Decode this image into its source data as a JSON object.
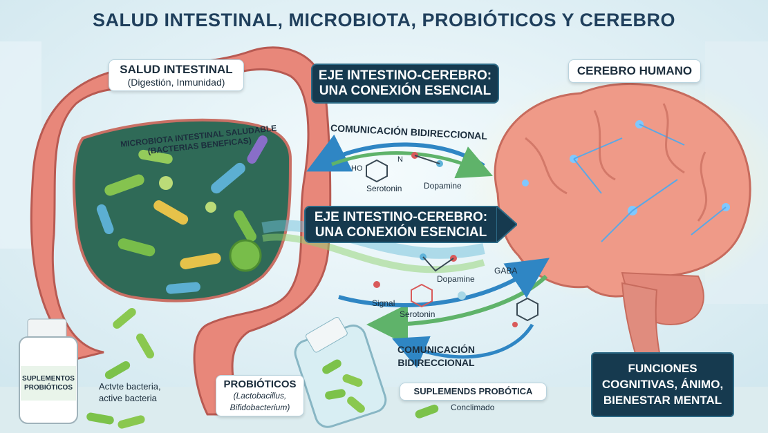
{
  "title": "SALUD INTESTINAL, MICROBIOTA, PROBIÓTICOS Y CEREBRO",
  "boxes": {
    "salud_title": "SALUD INTESTINAL",
    "salud_sub": "(Digestión, Inmunidad)",
    "eje_top_1": "EJE INTESTINO-CEREBRO:",
    "eje_top_2": "UNA CONEXIÓN ESENCIAL",
    "cerebro": "CEREBRO HUMANO",
    "eje_mid_1": "EJE INTESTINO-CEREBRO:",
    "eje_mid_2": "UNA CONEXIÓN ESENCIAL",
    "funciones_1": "FUNCIONES",
    "funciones_2": "COGNITIVAS, ÁNIMO,",
    "funciones_3": "BIENESTAR MENTAL",
    "probioticos_title": "PROBIÓTICOS",
    "probioticos_sub1": "(Lactobacillus,",
    "probioticos_sub2": "Bifidobacterium)",
    "suplemends": "SUPLEMENDS PROBÓTICA"
  },
  "labels": {
    "microbiota_1": "MICROBIOTA INTESTINAL SALUDABLE",
    "microbiota_2": "(BACTERIAS BENEFICAS)",
    "com_top": "COMUNICACIÓN BIDIRECCIONAL",
    "com_bottom_1": "COMUNICACIÓN",
    "com_bottom_2": "BIDIRECCIONAL",
    "conclimado": "Conclimado",
    "bottle_1": "SUPLEMENTOS",
    "bottle_2": "PROBIÓTICOS",
    "active_1": "Actvte bacteria,",
    "active_2": "active bacteria",
    "mol_serotonin_top": "Serotonin",
    "mol_dopamine_top": "Dopamine",
    "mol_dopamine_mid": "Dopamine",
    "mol_gaba": "GABA",
    "mol_signal": "Signal",
    "mol_serotonin_bottom": "Serotonin",
    "mol_ho": "HO",
    "mol_n": "N"
  },
  "colors": {
    "dark_box": "#163a4f",
    "gut": "#e8877a",
    "bacteria": "#7cc24a",
    "brain": "#ef9a88",
    "arrow_blue": "#2f86c4",
    "arrow_green": "#5fb36a"
  }
}
